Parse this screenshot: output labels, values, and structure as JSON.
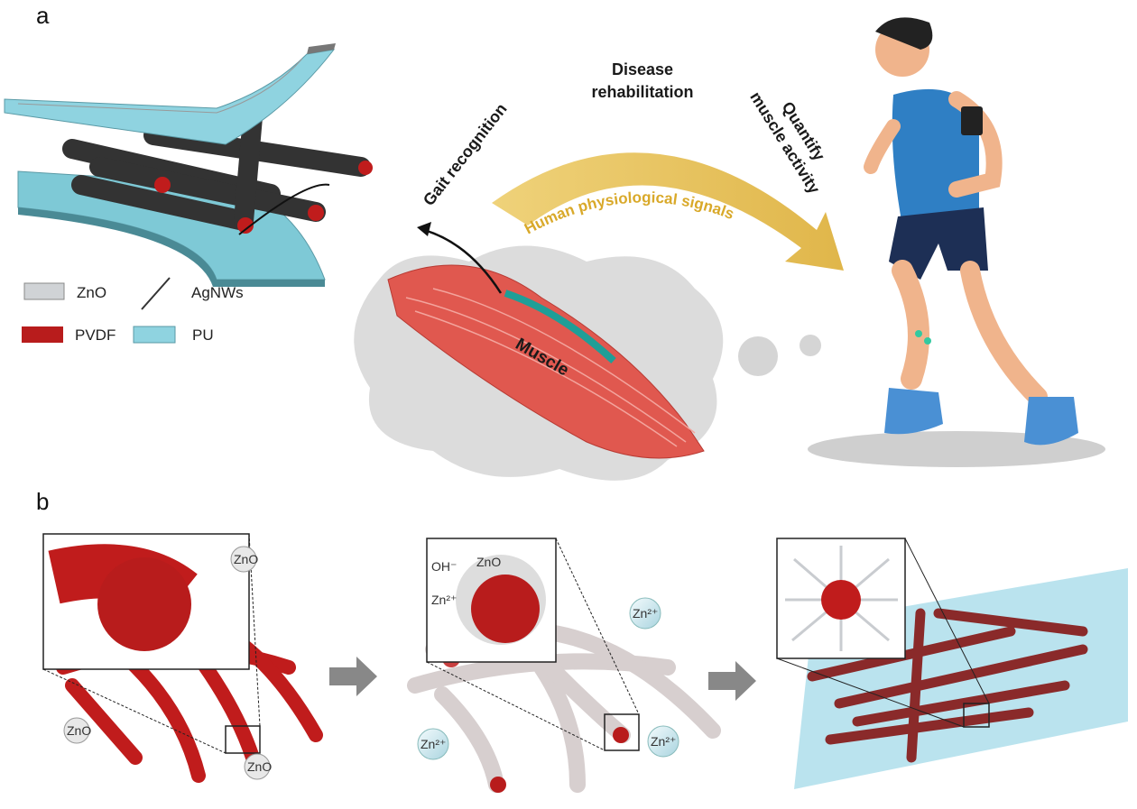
{
  "panels": {
    "a": "a",
    "b": "b"
  },
  "legend": {
    "zno": "ZnO",
    "agnws": "AgNWs",
    "pvdf": "PVDF",
    "pu": "PU"
  },
  "applications": {
    "gait": "Gait recognition",
    "disease_line1": "Disease",
    "disease_line2": "rehabilitation",
    "quantify_line1": "Quantify",
    "quantify_line2": "muscle activity"
  },
  "arrow_label": "Human physiological signals",
  "muscle_label": "Muscle",
  "panel_b": {
    "step1_labels": [
      "ZnO",
      "ZnO",
      "ZnO"
    ],
    "step2_labels": [
      "Zn²⁺",
      "Zn²⁺",
      "Zn²⁺"
    ],
    "step2_inset": {
      "oh": "OH⁻",
      "zno": "ZnO",
      "zn": "Zn²⁺"
    }
  },
  "colors": {
    "pvdf": "#b81c1c",
    "pu": "#8fd3e0",
    "zno": "#c8ccd0",
    "arrow": "#e2bd4a",
    "muscle": "#e0584f",
    "shirt": "#2f7fc4"
  }
}
